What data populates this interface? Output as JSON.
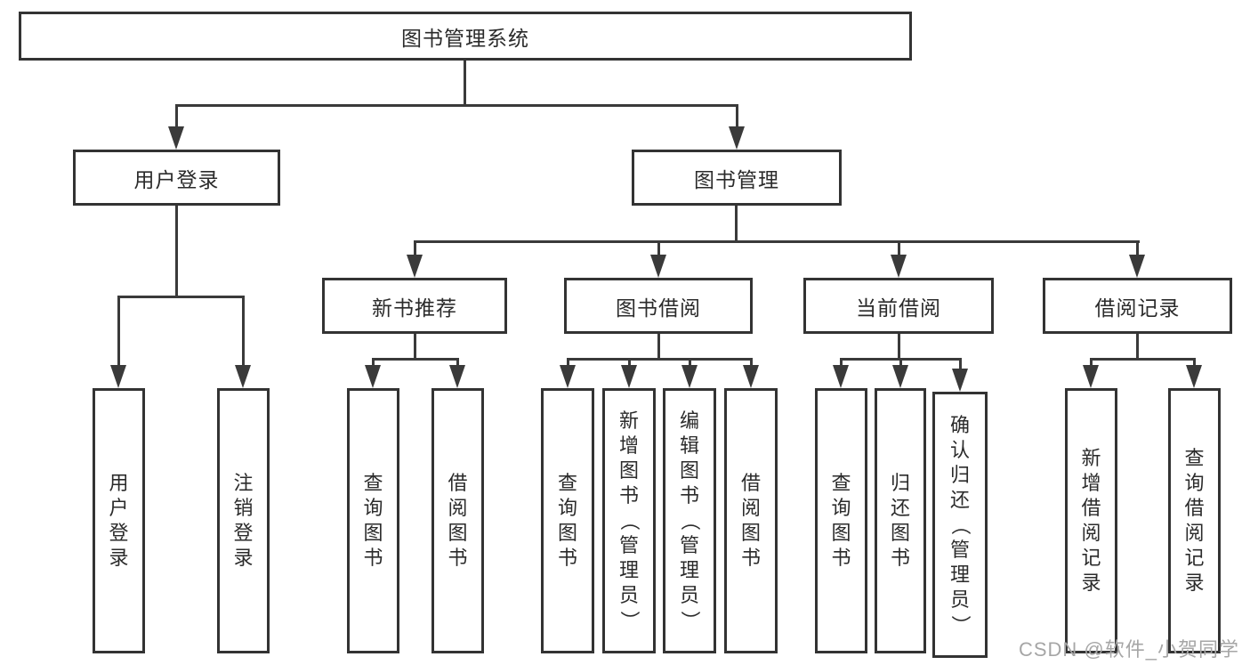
{
  "colors": {
    "background": "#ffffff",
    "box_border": "#333333",
    "connector_line": "#3a3a3a",
    "text": "#2b2b2b",
    "watermark": "#a6a6a6"
  },
  "watermark": {
    "text": "CSDN @软件_小贺同学"
  },
  "diagram": {
    "type": "hierarchy-tree",
    "root": {
      "label": "图书管理系统",
      "children": [
        {
          "label": "用户登录",
          "children": [
            {
              "label": "用户登录"
            },
            {
              "label": "注销登录"
            }
          ]
        },
        {
          "label": "图书管理",
          "children": [
            {
              "label": "新书推荐",
              "children": [
                {
                  "label": "查询图书"
                },
                {
                  "label": "借阅图书"
                }
              ]
            },
            {
              "label": "图书借阅",
              "children": [
                {
                  "label": "查询图书"
                },
                {
                  "label": "新增图书（管理员）"
                },
                {
                  "label": "编辑图书（管理员）"
                },
                {
                  "label": "借阅图书"
                }
              ]
            },
            {
              "label": "当前借阅",
              "children": [
                {
                  "label": "查询图书"
                },
                {
                  "label": "归还图书"
                },
                {
                  "label": "确认归还（管理员）"
                }
              ]
            },
            {
              "label": "借阅记录",
              "children": [
                {
                  "label": "新增借阅记录"
                },
                {
                  "label": "查询借阅记录"
                }
              ]
            }
          ]
        }
      ]
    }
  }
}
